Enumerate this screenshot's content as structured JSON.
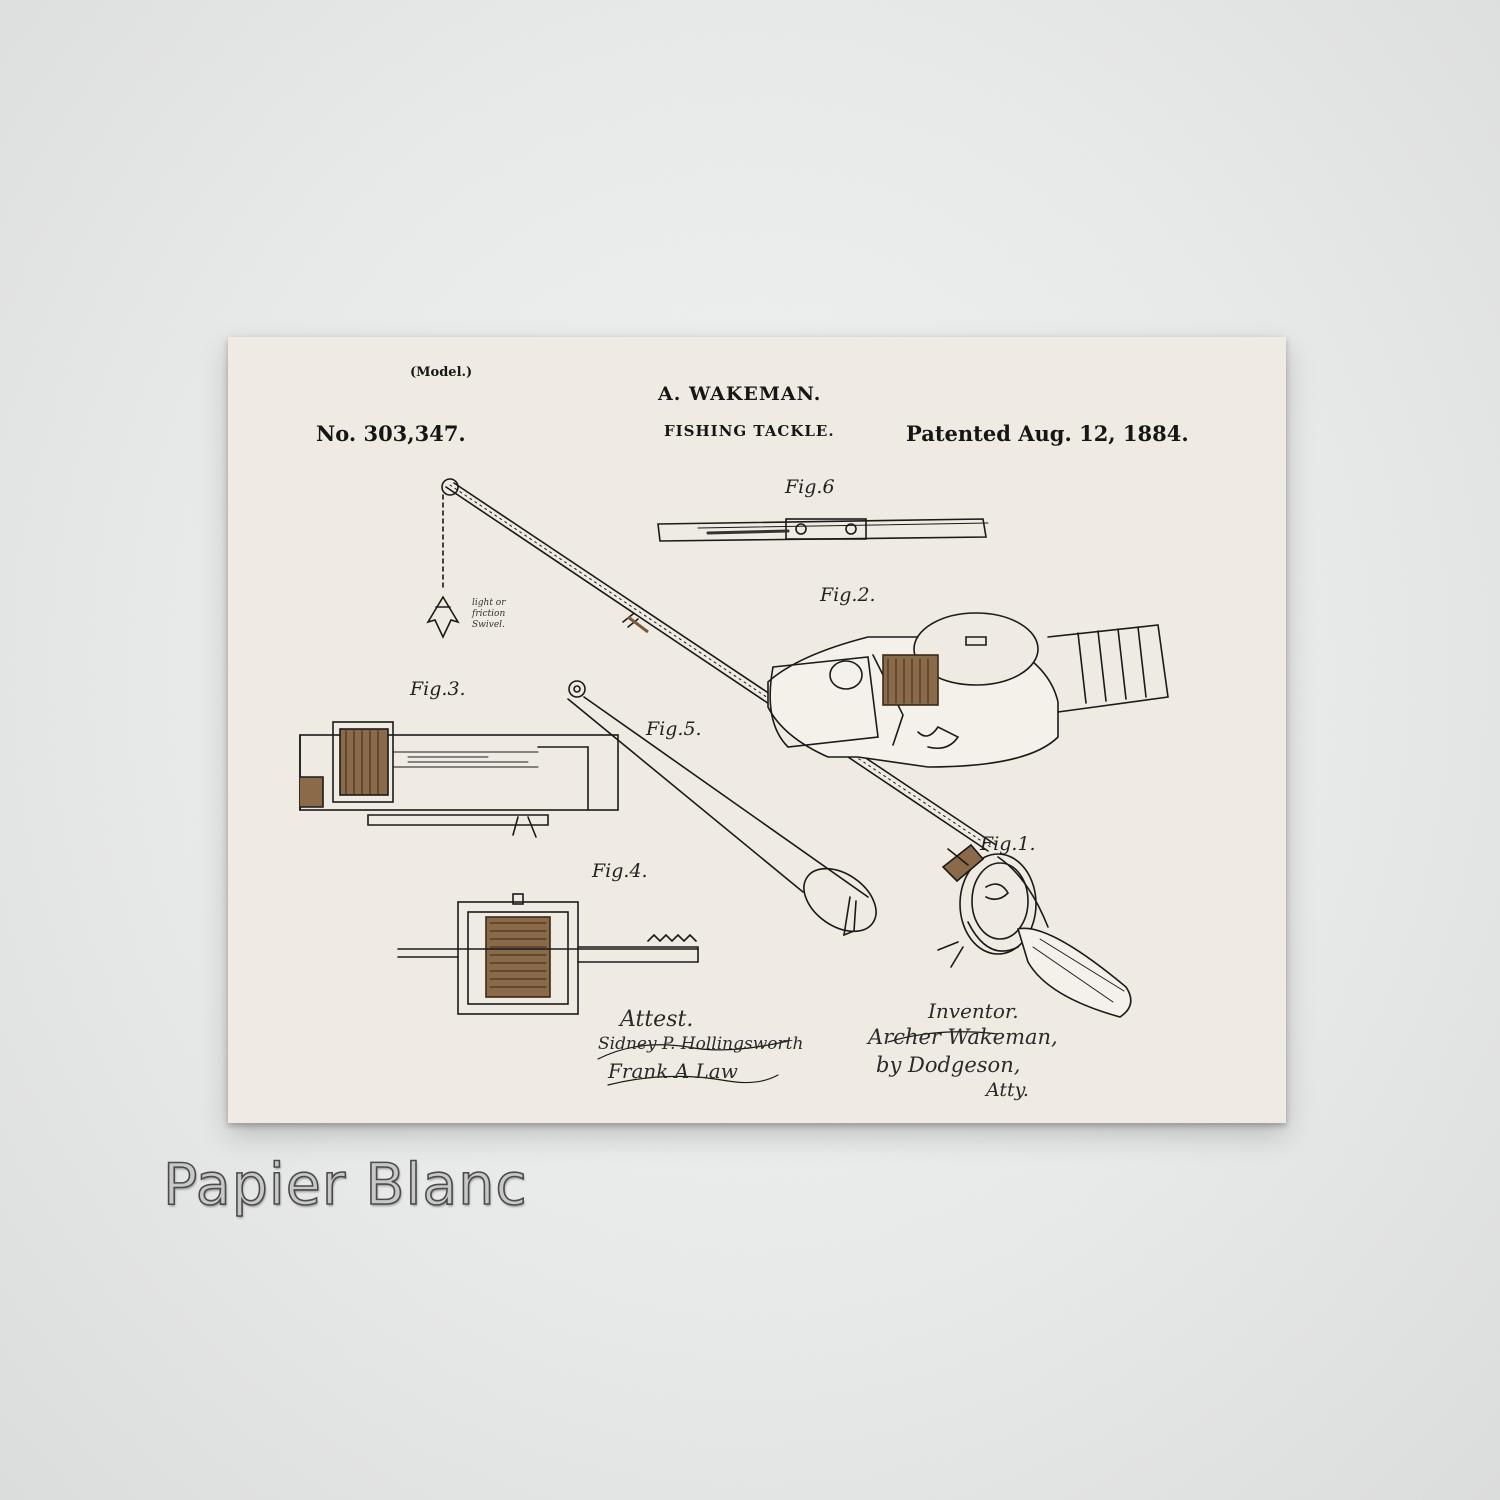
{
  "patent": {
    "model": "(Model.)",
    "inventor": "A. WAKEMAN.",
    "number": "No. 303,347.",
    "title": "FISHING TACKLE.",
    "date": "Patented Aug. 12, 1884."
  },
  "figures": [
    "Fig.1.",
    "Fig.2.",
    "Fig.3.",
    "Fig.4.",
    "Fig.5.",
    "Fig.6"
  ],
  "annotation": [
    "light or",
    "friction",
    "Swivel."
  ],
  "signatures": {
    "attest_label": "Attest.",
    "witness_1": "Sidney P. Hollingsworth",
    "witness_2": "Frank A Law",
    "inventor_label": "Inventor.",
    "inventor_sig": "Archer Wakeman,",
    "attorney_sig": "by Dodgeson,",
    "attorney_abbr": "Atty."
  },
  "caption": "Papier Blanc",
  "colors": {
    "paper": "#efebe2",
    "ink": "#1a1a1a",
    "sepia": "#7a5a3a",
    "wall": "#e9eaea"
  }
}
